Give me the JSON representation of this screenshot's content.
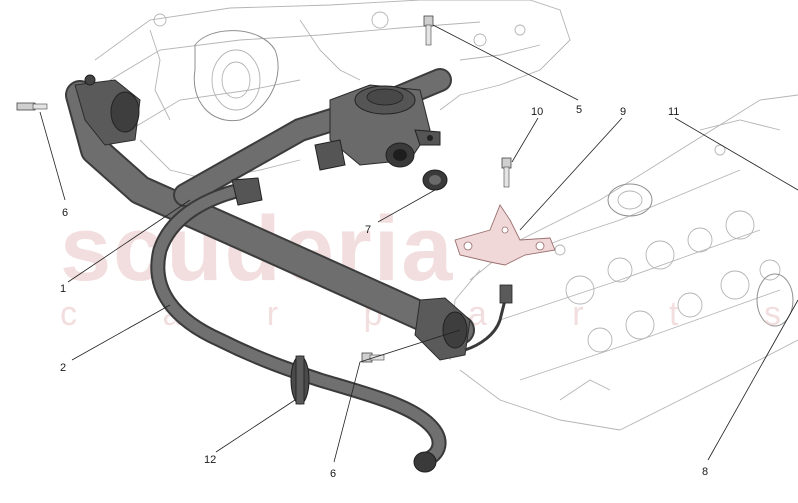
{
  "watermark": {
    "brand": "scuderia",
    "tagline": "c a r p a r t s",
    "color": "#e8c4c4"
  },
  "callouts": [
    {
      "id": "1",
      "label": "1"
    },
    {
      "id": "2",
      "label": "2"
    },
    {
      "id": "5",
      "label": "5"
    },
    {
      "id": "6a",
      "label": "6"
    },
    {
      "id": "6b",
      "label": "6"
    },
    {
      "id": "7",
      "label": "7"
    },
    {
      "id": "8",
      "label": "8"
    },
    {
      "id": "9",
      "label": "9"
    },
    {
      "id": "10",
      "label": "10"
    },
    {
      "id": "11",
      "label": "11"
    },
    {
      "id": "12",
      "label": "12"
    }
  ],
  "colors": {
    "pipe": "#6e6e6e",
    "pipe_dark": "#4a4a4a",
    "hose": "#5a5a5a",
    "bracket": "#f0d8d8"
  }
}
